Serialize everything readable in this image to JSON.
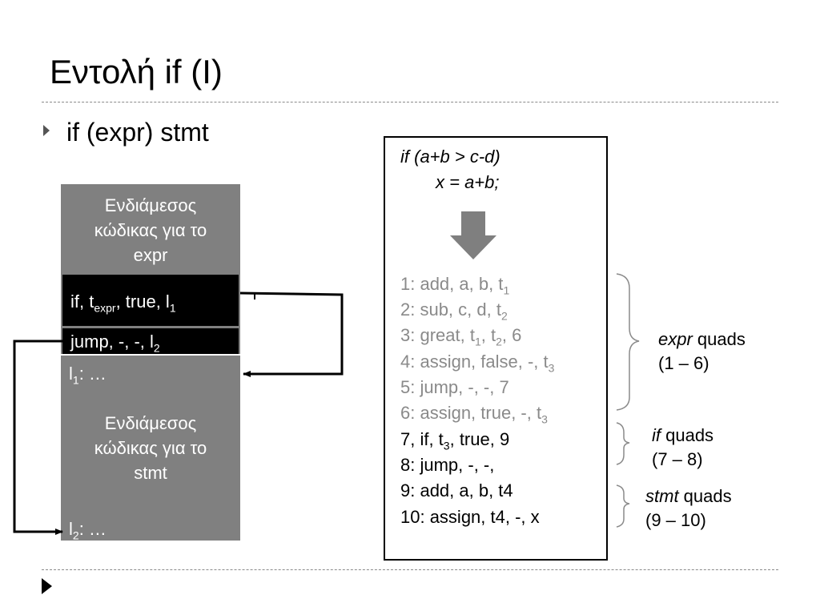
{
  "slide": {
    "title": "Εντολή if (I)",
    "bullet": "if (expr) stmt"
  },
  "left_diagram": {
    "expr_block": [
      "Ενδιάμεσος",
      "κώδικας για το",
      "expr"
    ],
    "if_row": {
      "pre": "if, t",
      "sub1": "expr",
      "mid": ", true, l",
      "sub2": "1"
    },
    "jump_row": {
      "pre": "jump, -, -, l",
      "sub": "2"
    },
    "label_l1": {
      "pre": "l",
      "sub": "1",
      "post": ": …"
    },
    "stmt_block": [
      "Ενδιάμεσος",
      "κώδικας για το",
      "stmt"
    ],
    "label_l2": {
      "pre": "l",
      "sub": "2",
      "post": ": …"
    }
  },
  "code_panel": {
    "source_line1": "if (a+b > c-d)",
    "source_line2": "x = a+b;",
    "quads": [
      {
        "n": "1",
        "parts": [
          {
            "t": "1: add, a, b, t"
          },
          {
            "sub": "1"
          }
        ]
      },
      {
        "n": "2",
        "parts": [
          {
            "t": "2: sub, c, d, t"
          },
          {
            "sub": "2"
          }
        ]
      },
      {
        "n": "3",
        "parts": [
          {
            "t": "3: great, t"
          },
          {
            "sub": "1"
          },
          {
            "t": ", t"
          },
          {
            "sub": "2"
          },
          {
            "t": ", 6"
          }
        ]
      },
      {
        "n": "4",
        "parts": [
          {
            "t": "4: assign, false, -, t"
          },
          {
            "sub": "3"
          }
        ]
      },
      {
        "n": "5",
        "parts": [
          {
            "t": "5: jump, -, -, 7"
          }
        ]
      },
      {
        "n": "6",
        "parts": [
          {
            "t": "6: assign, true, -, t"
          },
          {
            "sub": "3"
          }
        ]
      },
      {
        "n": "7",
        "parts": [
          {
            "t": "7, if, t"
          },
          {
            "sub": "3"
          },
          {
            "t": ", true, 9"
          }
        ]
      },
      {
        "n": "8",
        "parts": [
          {
            "t": "8: jump, -, -,"
          }
        ]
      },
      {
        "n": "9",
        "parts": [
          {
            "t": "9: add, a, b, t4"
          }
        ]
      },
      {
        "n": "10",
        "parts": [
          {
            "t": "10: assign, t4, -, x"
          }
        ]
      }
    ]
  },
  "annotations": {
    "expr": {
      "italic": "expr",
      "rest": " quads",
      "range": "(1 – 6)"
    },
    "if": {
      "italic": "if",
      "rest": " quads",
      "range": "(7 – 8)"
    },
    "stmt": {
      "italic": "stmt",
      "rest": " quads",
      "range": "(9 – 10)"
    }
  },
  "colors": {
    "block_grey": "#808080",
    "faded_text": "#8a8a8a",
    "arrow_grey": "#7f7f7f"
  }
}
